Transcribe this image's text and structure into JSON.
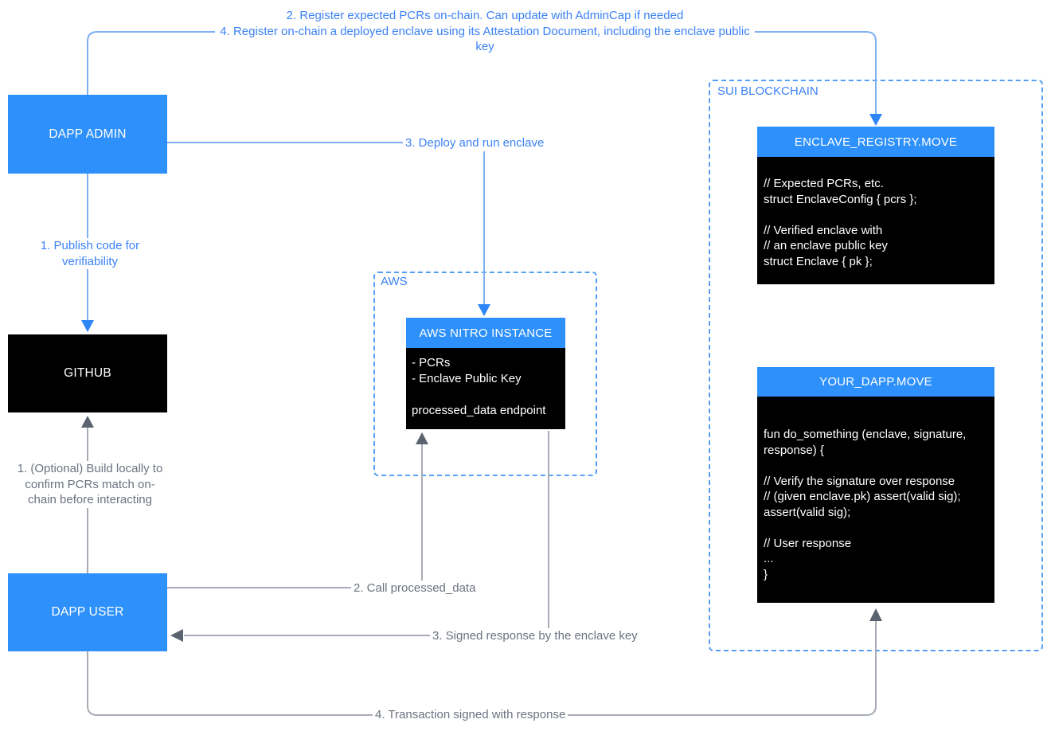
{
  "diagram": {
    "nodes": {
      "dapp_admin": {
        "label": "DAPP ADMIN"
      },
      "github": {
        "label": "GITHUB"
      },
      "dapp_user": {
        "label": "DAPP USER"
      },
      "nitro": {
        "title": "AWS NITRO INSTANCE",
        "body": "- PCRs\n- Enclave Public Key\n\nprocessed_data endpoint"
      },
      "enclave_registry": {
        "title": "ENCLAVE_REGISTRY.MOVE",
        "body": "// Expected PCRs, etc.\nstruct EnclaveConfig { pcrs };\n\n// Verified enclave with\n// an enclave public key\nstruct Enclave { pk };"
      },
      "your_dapp": {
        "title": "YOUR_DAPP.MOVE",
        "body": "fun do_something (enclave, signature,\nresponse) {\n\n// Verify the signature over response\n// (given enclave.pk) assert(valid sig);\nassert(valid sig);\n\n// User response\n...\n}"
      }
    },
    "regions": {
      "aws": {
        "label": "AWS"
      },
      "sui": {
        "label": "SUI BLOCKCHAIN"
      }
    },
    "edges": {
      "admin_register_line1": "2. Register expected PCRs on-chain. Can update with AdminCap if needed",
      "admin_register_line2": "4. Register on-chain a deployed enclave using its Attestation Document, including the enclave public key",
      "publish_code": "1. Publish code for verifiability",
      "deploy_enclave": "3. Deploy and run enclave",
      "build_locally": "1. (Optional) Build locally to confirm PCRs match on-chain before interacting",
      "call_processed_data": "2. Call processed_data",
      "signed_response": "3. Signed response by the enclave key",
      "transaction_signed": "4. Transaction signed with response"
    },
    "colors": {
      "node_blue": "#2E90FA",
      "node_black": "#000000",
      "label_blue": "#3B82F6",
      "label_gray": "#6B7280",
      "line_blue": "#7FAFF4",
      "line_gray": "#A7ACB6",
      "arrow_blue": "#2E86F6",
      "arrow_gray": "#5C6370",
      "dashed_border_blue": "#55A0F7"
    }
  }
}
